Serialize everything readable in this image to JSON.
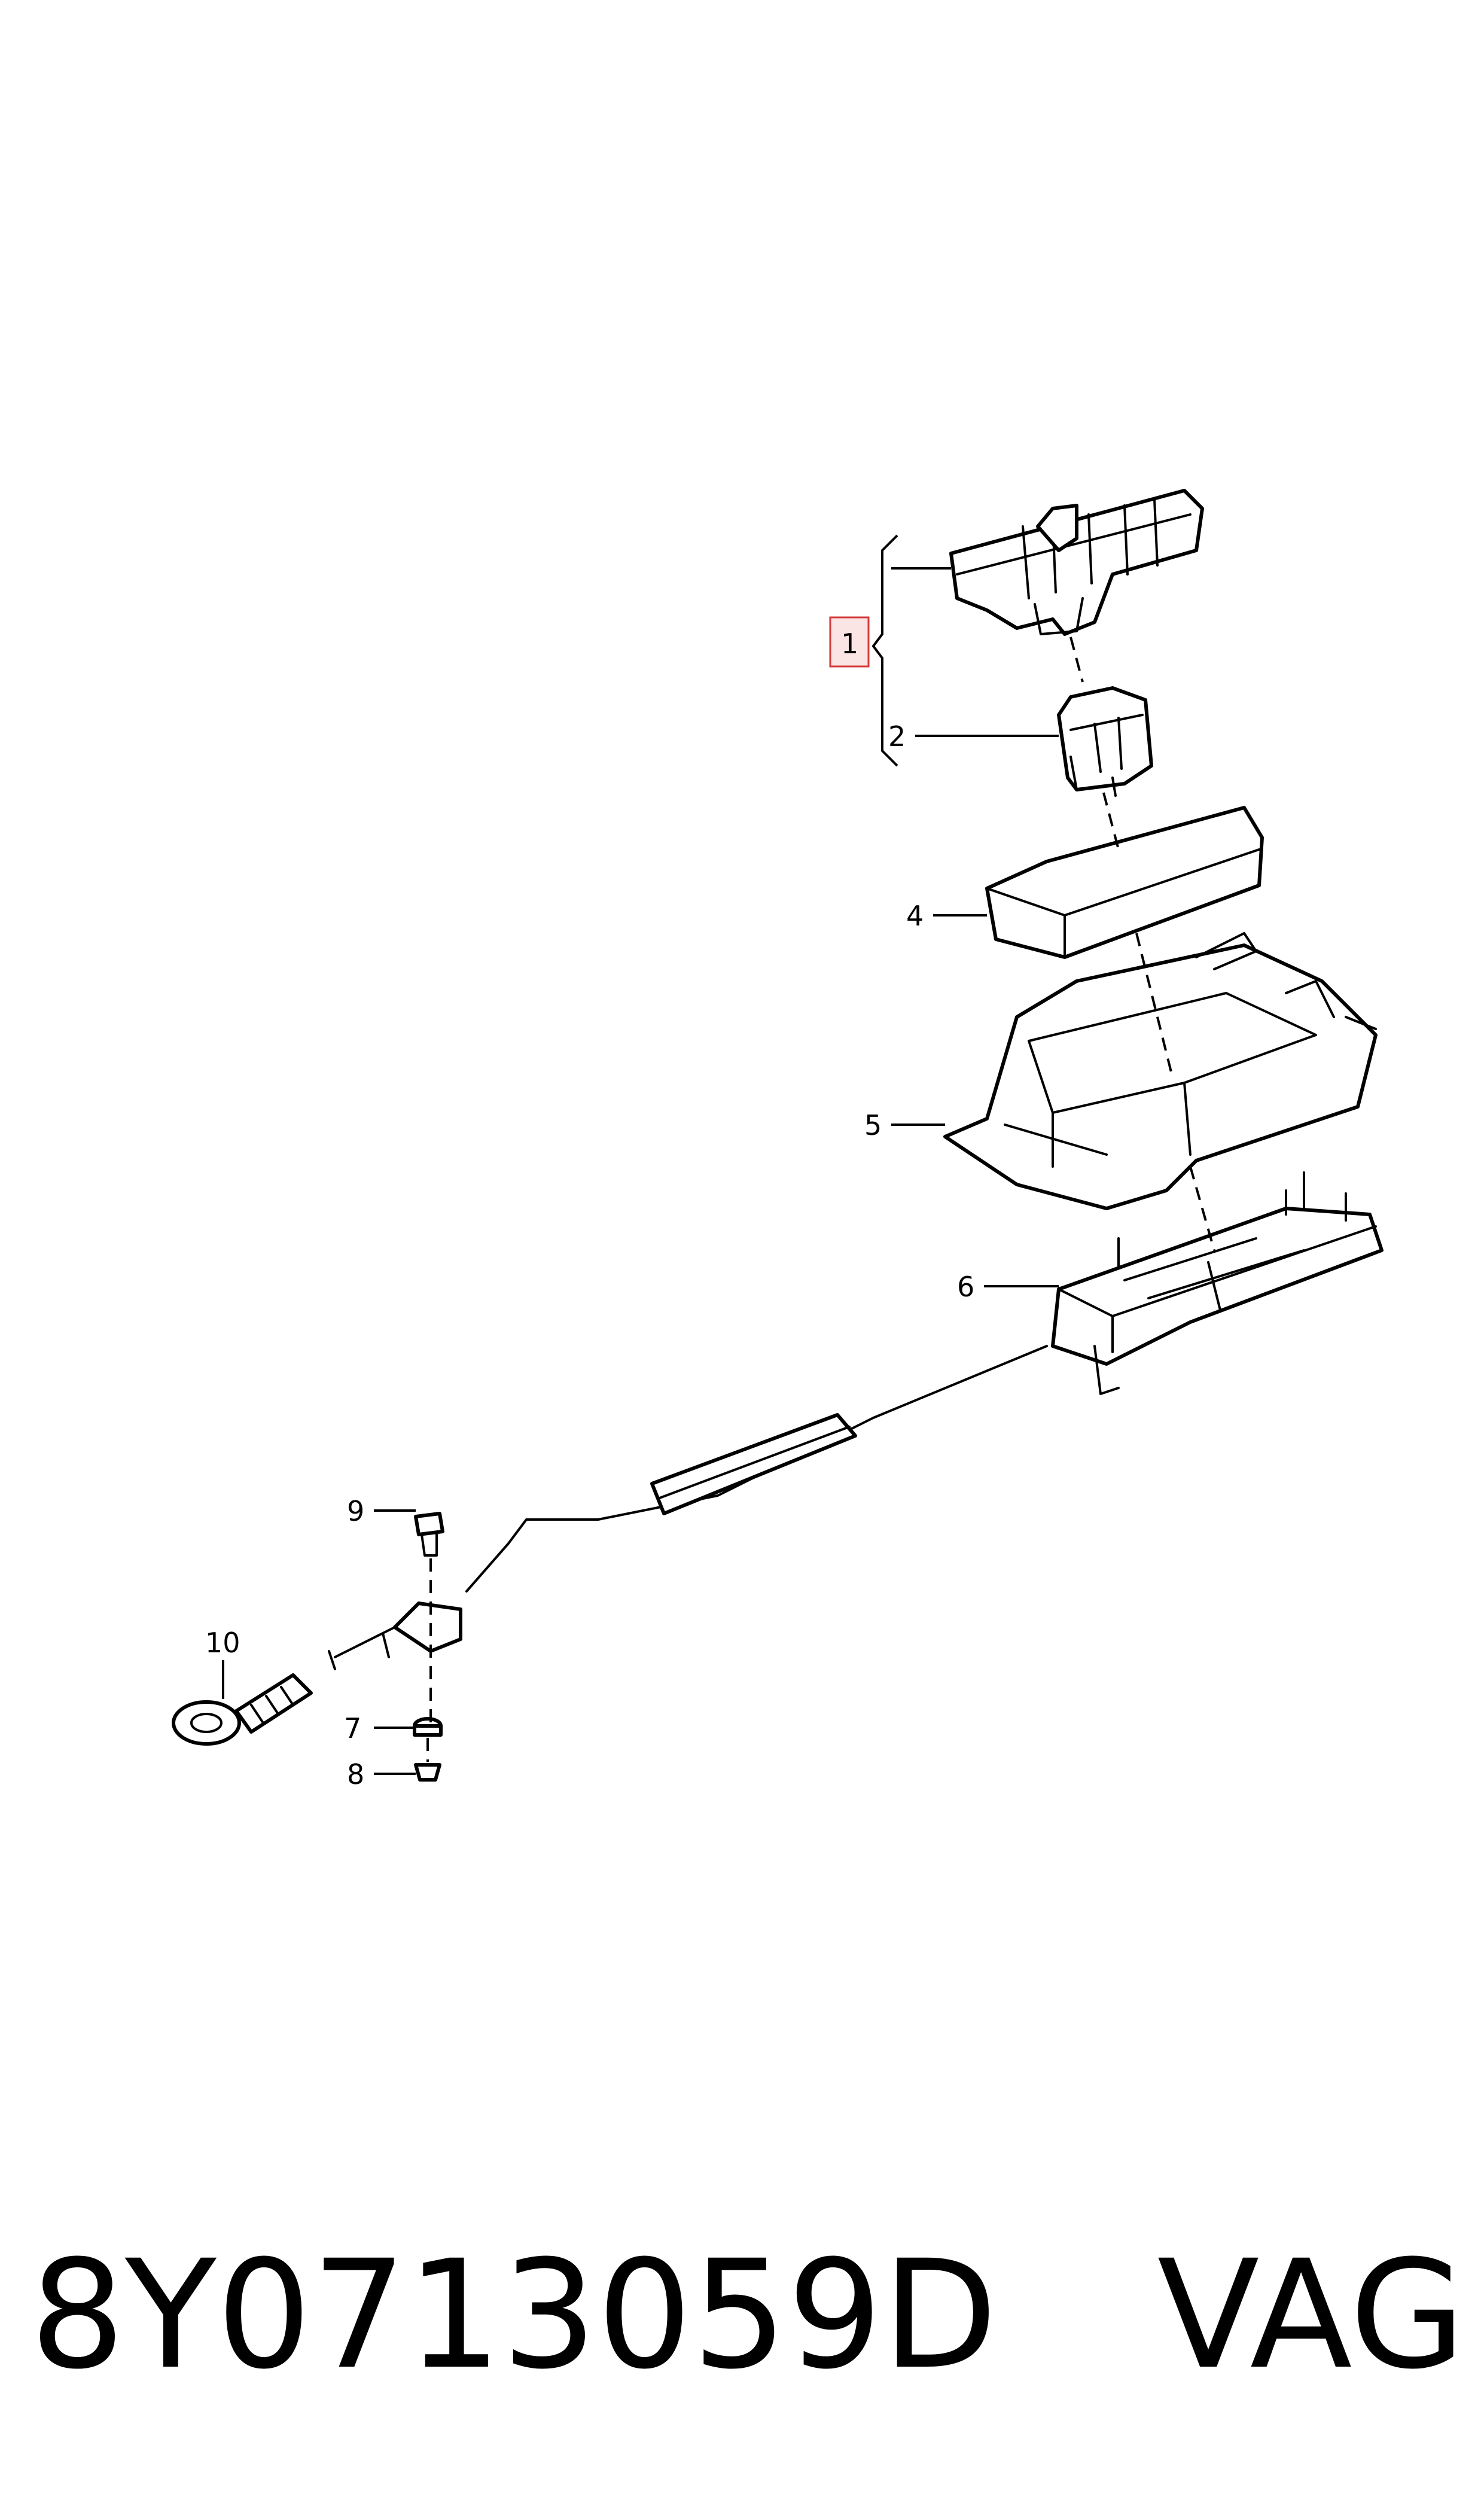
{
  "diagram": {
    "callouts": [
      {
        "id": "1",
        "label": "1",
        "highlighted": true
      },
      {
        "id": "2",
        "label": "2"
      },
      {
        "id": "4",
        "label": "4"
      },
      {
        "id": "5",
        "label": "5"
      },
      {
        "id": "6",
        "label": "6"
      },
      {
        "id": "7",
        "label": "7"
      },
      {
        "id": "8",
        "label": "8"
      },
      {
        "id": "9",
        "label": "9"
      },
      {
        "id": "10",
        "label": "10"
      }
    ],
    "highlight_color": "#d33a3a"
  },
  "footer": {
    "part_number": "8Y0713059D",
    "brand": "VAG"
  }
}
